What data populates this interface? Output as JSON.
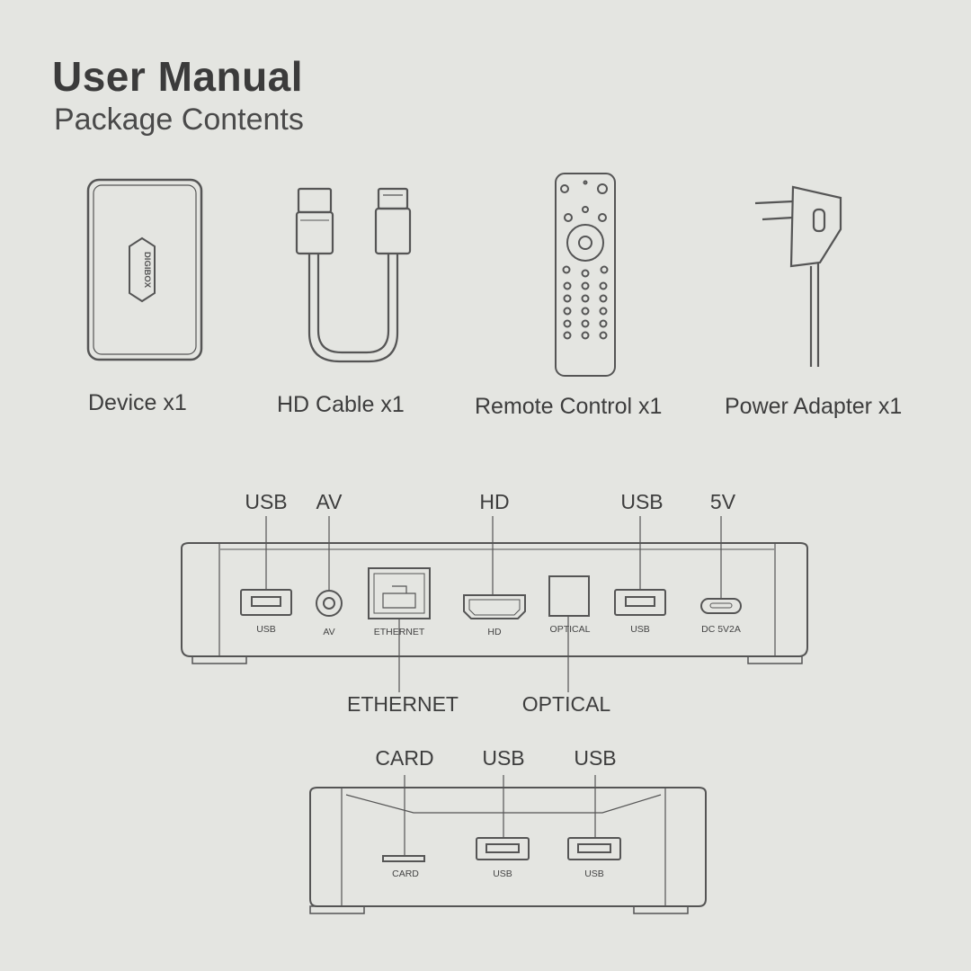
{
  "header": {
    "title": "User Manual",
    "subtitle": "Package Contents"
  },
  "package_items": [
    {
      "label": "Device x1",
      "icon": "device-box-icon"
    },
    {
      "label": "HD Cable x1",
      "icon": "hdmi-cable-icon"
    },
    {
      "label": "Remote Control x1",
      "icon": "remote-control-icon"
    },
    {
      "label": "Power Adapter x1",
      "icon": "power-adapter-icon"
    }
  ],
  "device_logo_text": "DIGIBOX",
  "rear_panel": {
    "callouts_top": [
      "USB",
      "AV",
      "HD",
      "USB",
      "5V"
    ],
    "callouts_bottom": [
      "ETHERNET",
      "OPTICAL"
    ],
    "port_labels": [
      "USB",
      "AV",
      "ETHERNET",
      "HD",
      "OPTICAL",
      "USB",
      "DC 5V2A"
    ]
  },
  "side_panel": {
    "callouts_top": [
      "CARD",
      "USB",
      "USB"
    ],
    "port_labels": [
      "CARD",
      "USB",
      "USB"
    ]
  },
  "colors": {
    "background": "#e4e5e1",
    "line": "#555555",
    "text": "#3a3a3a"
  }
}
